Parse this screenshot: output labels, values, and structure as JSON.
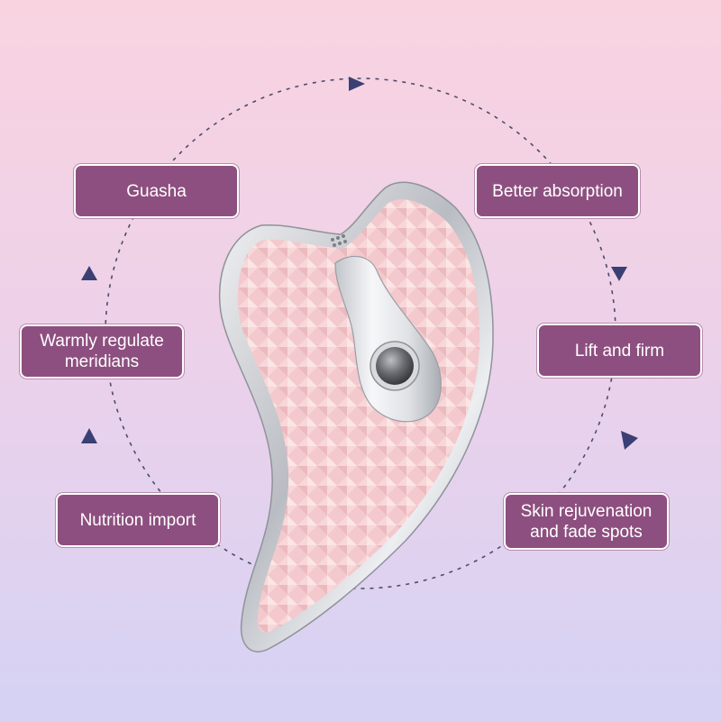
{
  "labels": {
    "guasha": "Guasha",
    "warmly_line1": "Warmly regulate",
    "warmly_line2": "meridians",
    "nutrition": "Nutrition import",
    "absorption": "Better absorption",
    "lift": "Lift and firm",
    "skin_line1": "Skin rejuvenation",
    "skin_line2": "and fade spots"
  },
  "colors": {
    "label_bg": "#8d4f7f",
    "arrow": "#3a3f74",
    "device_pink": "#f0bcc1",
    "device_rim": "#c9cbd0"
  }
}
